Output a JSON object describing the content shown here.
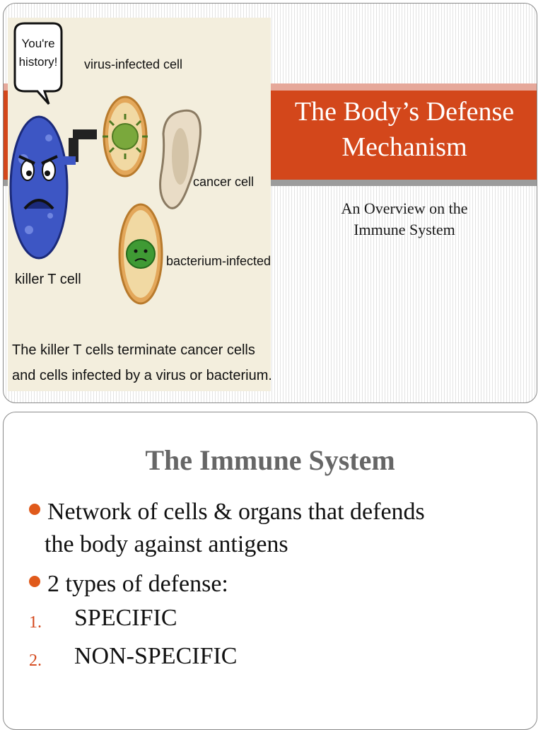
{
  "slide1": {
    "speech_bubble": [
      "You're",
      "history!"
    ],
    "labels": {
      "virus": "virus-infected cell",
      "cancer": "cancer cell",
      "bacterium": "bacterium-infected cell",
      "killer": "killer T cell"
    },
    "caption": [
      "The killer T cells terminate cancer cells",
      "and cells infected by a virus or bacterium."
    ],
    "title": [
      "The Body’s Defense",
      "Mechanism"
    ],
    "subtitle": [
      "An Overview on the",
      "Immune System"
    ],
    "colors": {
      "title_band": "#d3471b",
      "accent": "#e05a1b"
    }
  },
  "slide2": {
    "heading": "The Immune System",
    "bullets": [
      [
        "Network of cells & organs that defends",
        "the body against antigens"
      ],
      [
        "2 types of defense:"
      ]
    ],
    "numbered": [
      {
        "num": "1.",
        "text": "SPECIFIC"
      },
      {
        "num": "2.",
        "text": "NON-SPECIFIC"
      }
    ]
  }
}
